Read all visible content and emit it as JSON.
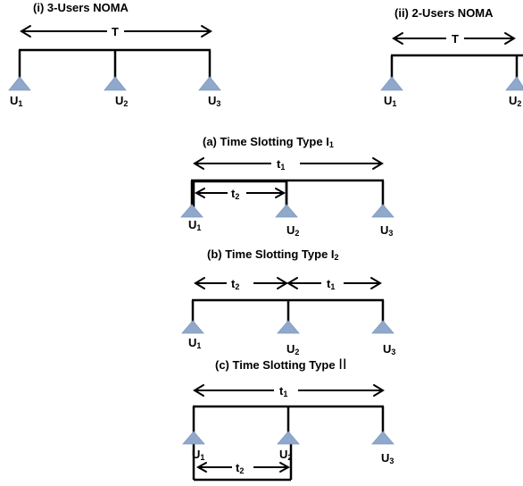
{
  "titles": {
    "three_users": "(i) 3-Users NOMA",
    "two_users": "(ii) 2-Users NOMA",
    "type_a_prefix": "(a) Time Slotting Type I",
    "type_a_sub": "1",
    "type_b_prefix": "(b) Time Slotting Type I",
    "type_b_sub": "2",
    "type_c_prefix": "(c) Time Slotting Type ",
    "type_c_roman": "II"
  },
  "labels": {
    "T": "T",
    "t": "t",
    "one": "1",
    "two": "2",
    "U": "U",
    "three": "3"
  },
  "colors": {
    "user_triangle": "#8fa8cc",
    "lines": "#000000"
  }
}
